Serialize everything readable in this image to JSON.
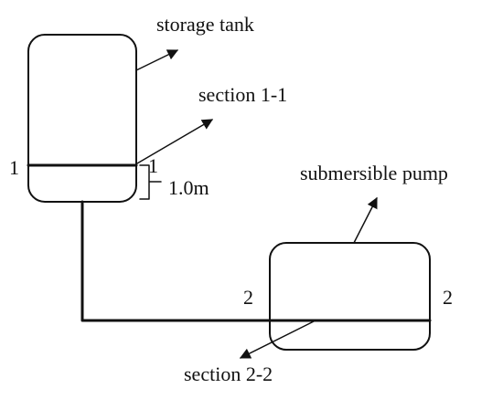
{
  "diagram": {
    "labels": {
      "storage_tank": "storage tank",
      "section_1_1": "section 1-1",
      "section_1_left": "1",
      "section_1_right": "1",
      "height_value": "1.0m",
      "submersible_pump": "submersible pump",
      "section_2_left": "2",
      "section_2_right": "2",
      "section_2_2": "section 2-2"
    }
  },
  "colors": {
    "line": "#111111",
    "background": "#ffffff"
  }
}
